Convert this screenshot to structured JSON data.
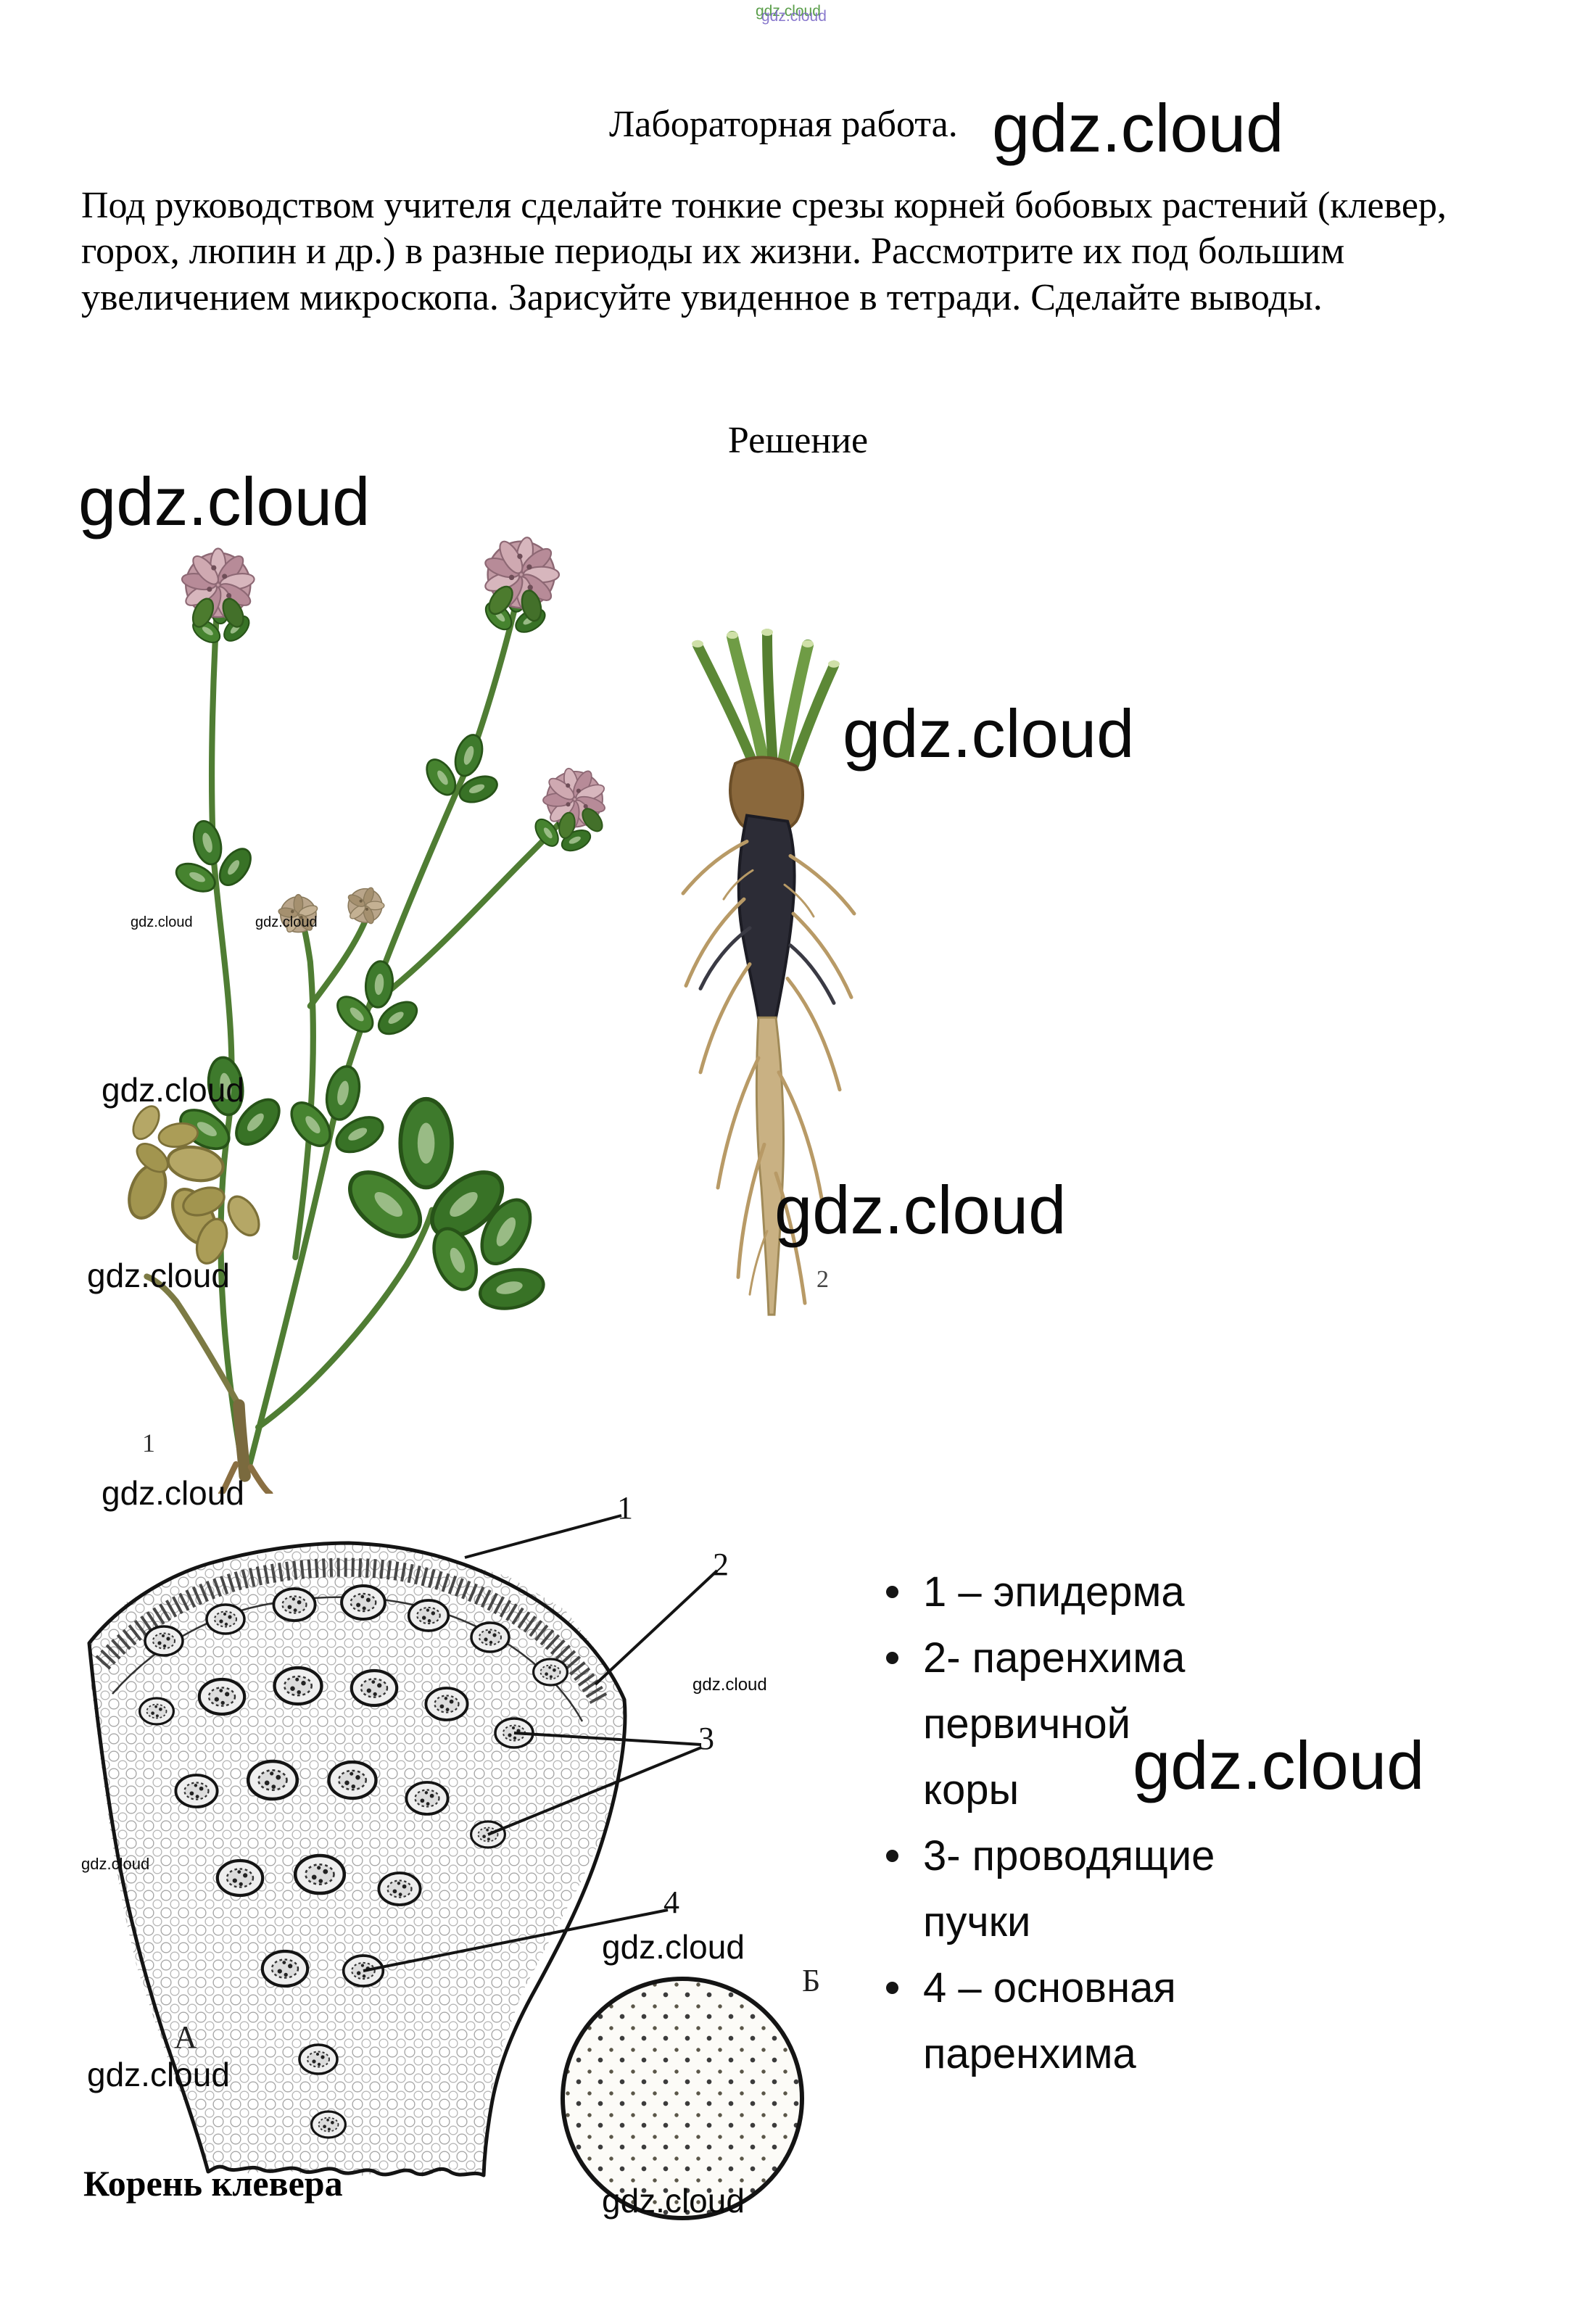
{
  "colors": {
    "top_watermark_green": "#5a9e4a",
    "top_watermark_purple": "#7d6bc8",
    "text": "#000000"
  },
  "watermark": {
    "text": "gdz.cloud"
  },
  "header": {
    "title": "Лабораторная работа.",
    "paragraph": "Под руководством учителя сделайте тонкие срезы корней бобовых растений (клевер, горох, люпин и др.) в разные периоды их жизни. Рассмотрите их под большим увеличением микроскопа. Зарисуйте увиденное в тетради. Сделайте выводы.",
    "solution_heading": "Решение"
  },
  "figures": {
    "plant_number": "1",
    "root_number": "2",
    "section_label_a": "А",
    "section_label_b": "Б",
    "callouts": [
      "1",
      "2",
      "3",
      "4"
    ],
    "caption": "Корень клевера"
  },
  "legend": {
    "items": [
      {
        "lines": [
          "1 – эпидерма"
        ]
      },
      {
        "lines": [
          "2- паренхима",
          "первичной",
          "коры"
        ]
      },
      {
        "lines": [
          "3- проводящие",
          "пучки"
        ]
      },
      {
        "lines": [
          "4 – основная",
          "паренхима"
        ]
      }
    ]
  }
}
